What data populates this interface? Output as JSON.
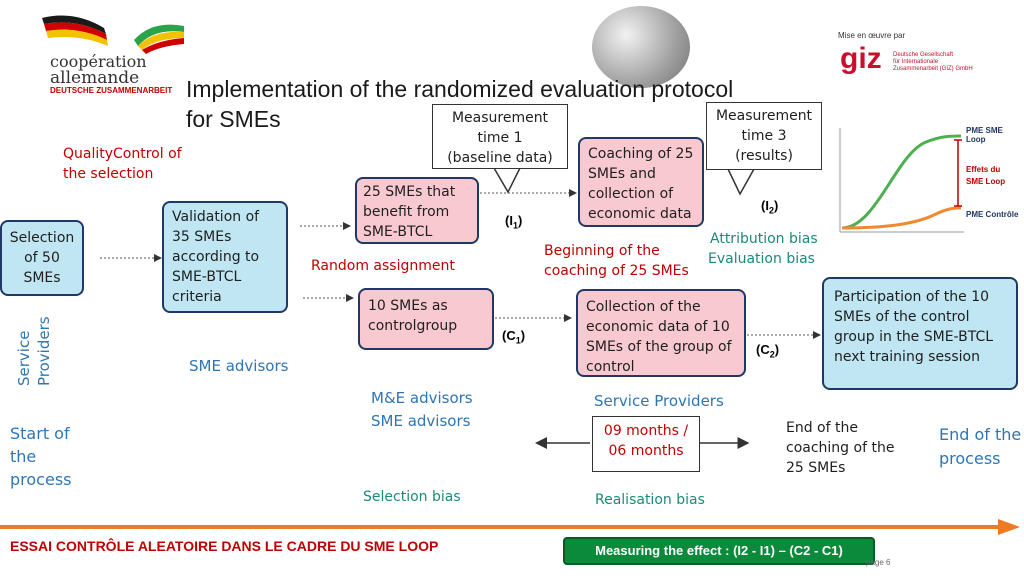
{
  "header": {
    "logo_left_line1": "coopération",
    "logo_left_line2": "allemande",
    "logo_left_line3": "DEUTSCHE ZUSAMMENARBEIT",
    "implemented_by": "Mise en œuvre par",
    "giz_word": "giz",
    "giz_desc_1": "Deutsche Gesellschaft",
    "giz_desc_2": "für Internationale",
    "giz_desc_3": "Zusammenarbeit (GIZ) GmbH",
    "title_line1": "Implementation of the randomized evaluation protocol",
    "title_line2": "for SMEs"
  },
  "diagram": {
    "quality_control_1": "QualityControl of",
    "quality_control_2": "the selection",
    "selection_box": [
      "Selection",
      "of 50",
      "SMEs"
    ],
    "validation_box": [
      "Validation of",
      "35 SMEs",
      "according to",
      "SME-BTCL",
      "criteria"
    ],
    "benefit_box": [
      "25 SMEs that",
      "benefit from",
      "SME-BTCL"
    ],
    "control_box": [
      "10 SMEs as",
      "controlgroup"
    ],
    "coaching_box": [
      "Coaching of 25",
      "SMEs and",
      "collection of",
      "economic data"
    ],
    "collection_box": [
      "Collection of the",
      "economic data of 10",
      "SMEs of the group of",
      "control"
    ],
    "participation_box": [
      "Participation of the 10",
      "SMEs of the control",
      "group in the SME-BTCL",
      "next training session"
    ],
    "measure1": [
      "Measurement",
      "time 1",
      "(baseline data)"
    ],
    "measure3": [
      "Measurement",
      "time 3",
      "(results)"
    ],
    "i1": "(I",
    "i1_sub": "1",
    "i2": "(I",
    "i2_sub": "2",
    "c1": "(C",
    "c1_sub": "1",
    "c2": "(C",
    "c2_sub": "2",
    "close_paren": ")",
    "random_assignment": "Random assignment",
    "beginning_1": "Beginning of the",
    "beginning_2": "coaching of 25 SMEs",
    "attribution_bias": "Attribution bias",
    "evaluation_bias": "Evaluation bias",
    "service_providers_vertical_1": "Service",
    "service_providers_vertical_2": "Providers",
    "sme_advisors_left": "SME advisors",
    "me_advisors": "M&E advisors",
    "sme_advisors_mid": "SME advisors",
    "service_providers_mid": "Service Providers",
    "duration_1": "09 months /",
    "duration_2": "06 months",
    "end_coaching": [
      "End of the",
      "coaching of the",
      "25 SMEs"
    ],
    "start_process": [
      "Start of",
      "the",
      "process"
    ],
    "end_process": [
      "End of the",
      "process"
    ],
    "selection_bias": "Selection bias",
    "realisation_bias": "Realisation bias"
  },
  "mini_chart": {
    "label_top": "PME SME Loop",
    "label_mid_1": "Effets du",
    "label_mid_2": "SME Loop",
    "label_bottom": "PME Contrôle",
    "colors": {
      "effect": "#4caf50",
      "control": "#f08a30",
      "label": "#c00000"
    }
  },
  "footer": {
    "title": "ESSAI CONTRÔLE ALEATOIRE DANS LE CADRE DU SME LOOP",
    "measure_effect": "Measuring the effect : (I2 - I1) – (C2  - C1)",
    "page": "page 6"
  },
  "colors": {
    "pink_box": "#f8c9d0",
    "blue_box": "#bfe6f2",
    "arrow_orange": "#f07a22",
    "green_badge": "#0a8a3a"
  }
}
